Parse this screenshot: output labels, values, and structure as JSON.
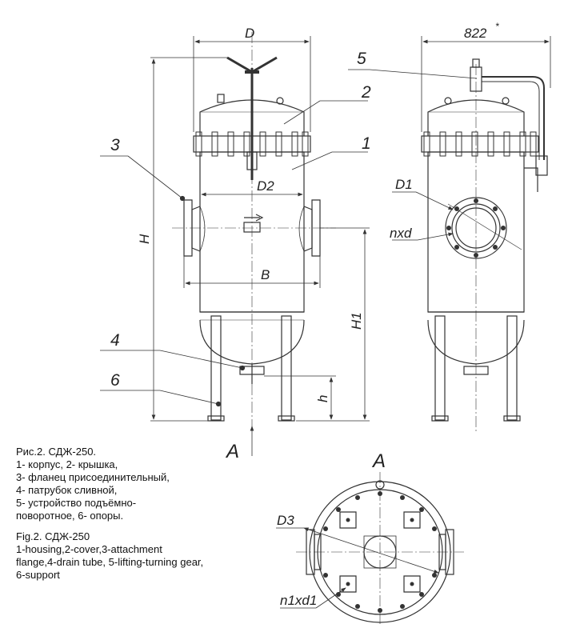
{
  "labels": {
    "D": "D",
    "D2": "D2",
    "B": "B",
    "H": "H",
    "H1": "H1",
    "h": "h",
    "dim_822": "822",
    "asterisk": "*",
    "D1": "D1",
    "nxd": "nxd",
    "D3": "D3",
    "n1xd1": "n1xd1",
    "view_A_arrow": "A",
    "view_A_title": "A",
    "callouts": [
      "1",
      "2",
      "3",
      "4",
      "5",
      "6"
    ]
  },
  "caption_ru": [
    "Рис.2. СДЖ-250.",
    "1- корпус, 2- крышка,",
    "3- фланец присоединительный,",
    "4- патрубок сливной,",
    "5- устройство подъёмно-",
    "поворотное, 6- опоры."
  ],
  "caption_en": [
    "Fig.2. СДЖ-250",
    "1-housing,2-cover,3-attachment",
    "flange,4-drain tube, 5-lifting-turning gear,",
    "6-support"
  ],
  "colors": {
    "line": "#333333",
    "text": "#222222"
  }
}
